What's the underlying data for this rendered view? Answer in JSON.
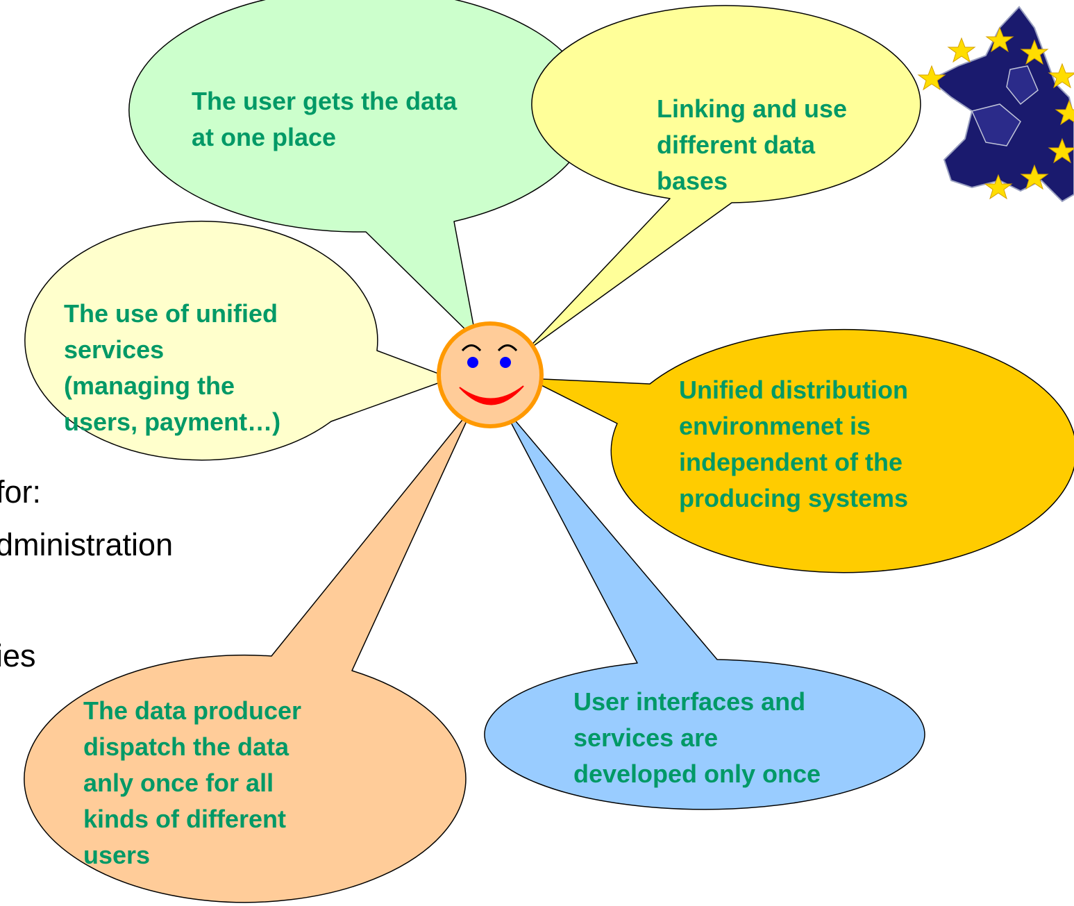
{
  "background_text": {
    "line_1": "for:",
    "line_2": "dministration",
    "line_3": "ies"
  },
  "colors": {
    "label_text": "#009966",
    "bubble_green": "#ccffcc",
    "bubble_light_yellow": "#ffff99",
    "bubble_pale_yellow": "#ffffcc",
    "bubble_gold": "#ffcc00",
    "bubble_orange": "#ffcc99",
    "bubble_blue": "#99ccff",
    "face_fill": "#ffcc99",
    "face_border": "#ff9900",
    "eye": "#0000ff",
    "mouth": "#ff0000"
  },
  "bubbles": {
    "top": {
      "text": "The user gets the data\nat one place",
      "icon": "speech-bubble"
    },
    "top_right": {
      "text": "Linking and use\ndifferent data\nbases",
      "icon": "speech-bubble"
    },
    "left": {
      "text": "The use of unified\nservices\n(managing the\nusers, payment…)",
      "icon": "speech-bubble"
    },
    "right": {
      "text": "Unified distribution\nenvironmenet is\nindependent of the\nproducing systems",
      "icon": "speech-bubble"
    },
    "bottom_left": {
      "text": "The data producer\ndispatch the data\nanly once for all\nkinds of different\nusers",
      "icon": "speech-bubble"
    },
    "bottom_right": {
      "text": "User interfaces and\nservices are\ndeveloped only once",
      "icon": "speech-bubble"
    }
  },
  "center": {
    "icon": "smiley-face-icon"
  },
  "logo": {
    "icon": "eu-map-stars-icon"
  }
}
